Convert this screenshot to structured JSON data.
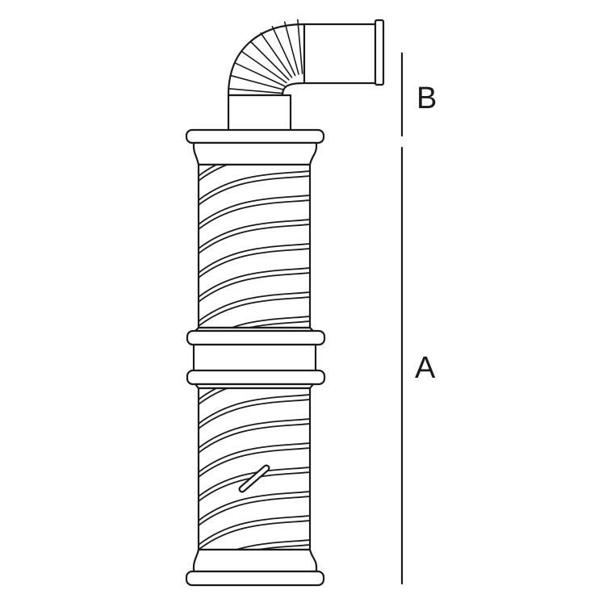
{
  "diagram": {
    "dimensions": [
      {
        "id": "b",
        "label": "B"
      },
      {
        "id": "a",
        "label": "A"
      }
    ],
    "colors": {
      "stroke": "#1a1a1a",
      "background": "#ffffff"
    }
  }
}
